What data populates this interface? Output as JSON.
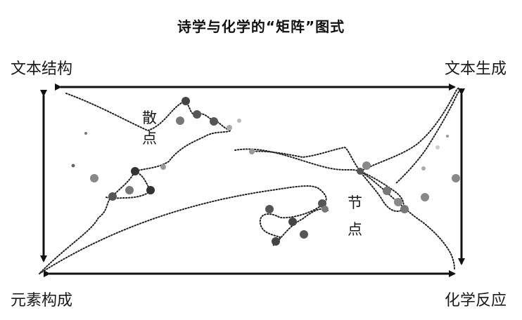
{
  "title": "诗学与化学的“矩阵”图式",
  "corners": {
    "top_left": "文本结构",
    "top_right": "文本生成",
    "bottom_left": "元素构成",
    "bottom_right": "化学反应"
  },
  "regions": {
    "scatter": [
      "散",
      "点"
    ],
    "node": [
      "节",
      "点"
    ]
  },
  "colors": {
    "ink": "#111111",
    "dot_dark": "#333333",
    "dot_mid": "#666666",
    "dot_light": "#9a9a9a"
  }
}
